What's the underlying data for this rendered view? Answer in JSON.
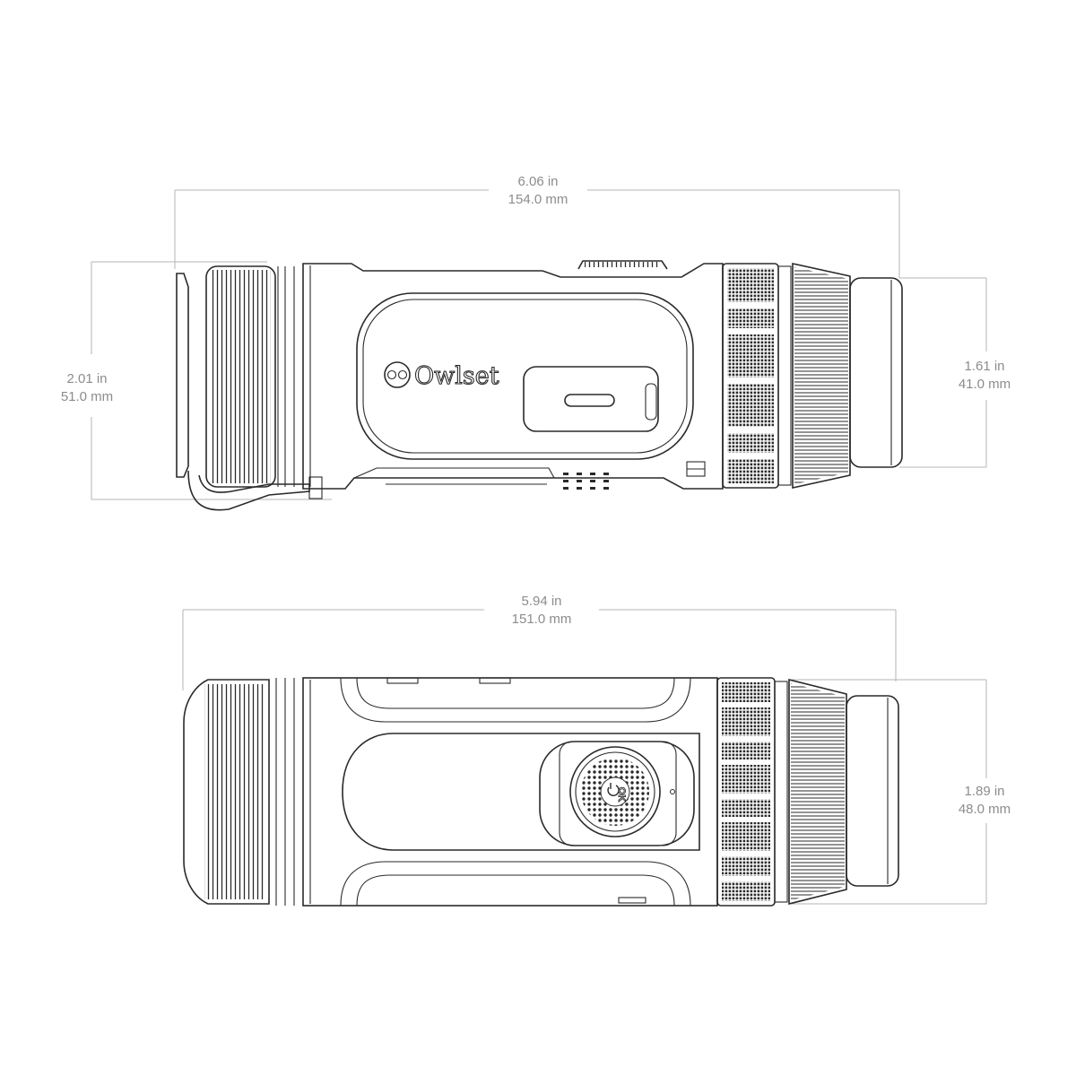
{
  "top_view": {
    "length": {
      "inches": "6.06 in",
      "millimeters": "154.0 mm"
    },
    "height": {
      "inches": "2.01 in",
      "millimeters": "51.0 mm"
    },
    "eyepiece_height": {
      "inches": "1.61 in",
      "millimeters": "41.0 mm"
    },
    "brand": "Owlset"
  },
  "bottom_view": {
    "length": {
      "inches": "5.94 in",
      "millimeters": "151.0 mm"
    },
    "height": {
      "inches": "1.89 in",
      "millimeters": "48.0 mm"
    },
    "button_label": "OK"
  }
}
